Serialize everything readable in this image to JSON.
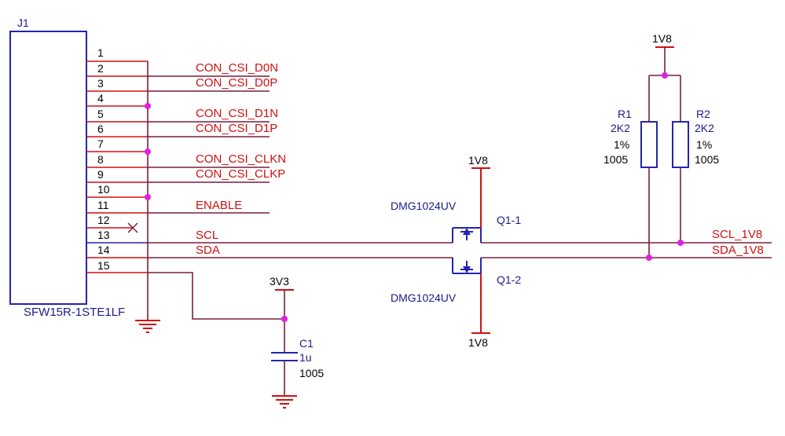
{
  "connector": {
    "ref": "J1",
    "part": "SFW15R-1STE1LF",
    "pins": [
      "1",
      "2",
      "3",
      "4",
      "5",
      "6",
      "7",
      "8",
      "9",
      "10",
      "11",
      "12",
      "13",
      "14",
      "15"
    ]
  },
  "nets": {
    "d0n": "CON_CSI_D0N",
    "d0p": "CON_CSI_D0P",
    "d1n": "CON_CSI_D1N",
    "d1p": "CON_CSI_D1P",
    "clkn": "CON_CSI_CLKN",
    "clkp": "CON_CSI_CLKP",
    "enable": "ENABLE",
    "scl": "SCL",
    "sda": "SDA",
    "scl_1v8": "SCL_1V8",
    "sda_1v8": "SDA_1V8"
  },
  "power": {
    "rail_1v8": "1V8",
    "rail_3v3": "3V3"
  },
  "resistors": [
    {
      "ref": "R1",
      "value": "2K2",
      "tolerance": "1%",
      "package": "1005"
    },
    {
      "ref": "R2",
      "value": "2K2",
      "tolerance": "1%",
      "package": "1005"
    }
  ],
  "capacitor": {
    "ref": "C1",
    "value": "1u",
    "package": "1005"
  },
  "mosfets": [
    {
      "ref": "Q1-1",
      "part": "DMG1024UV"
    },
    {
      "ref": "Q1-2",
      "part": "DMG1024UV"
    }
  ],
  "colors": {
    "wire": "#7a1f3d",
    "net_label": "#d01010",
    "component_body": "#2424b0",
    "junction": "#e020e0",
    "reference": "#1a1a8c"
  }
}
